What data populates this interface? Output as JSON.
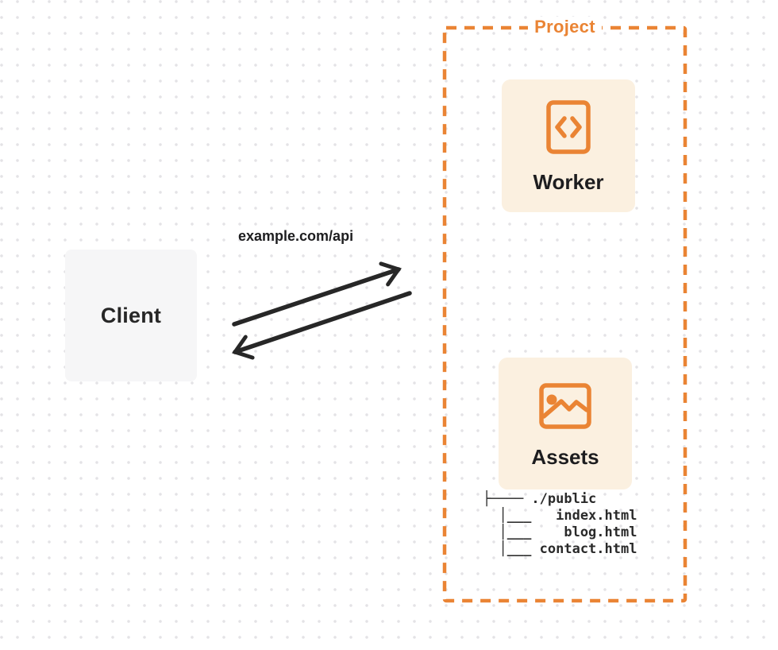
{
  "diagram": {
    "client": {
      "label": "Client"
    },
    "request_label": "example.com/api",
    "project": {
      "label": "Project",
      "worker": {
        "label": "Worker",
        "icon": "code-document-icon"
      },
      "assets": {
        "label": "Assets",
        "icon": "image-icon",
        "file_tree": "├──── ./public\n  │___   index.html\n  │___    blog.html\n  │___ contact.html"
      }
    },
    "colors": {
      "accent": "#EA8434",
      "card_cream": "#FBF0E0",
      "card_gray": "#F6F6F7",
      "ink": "#272727",
      "dot": "#E4E3E6"
    }
  }
}
